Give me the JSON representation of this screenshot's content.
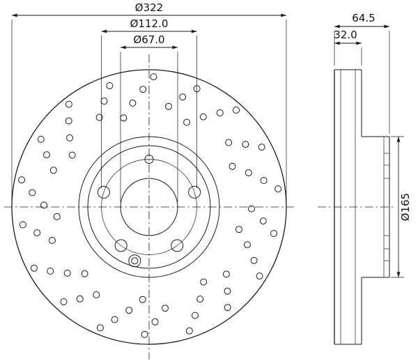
{
  "drawing": {
    "title": "brake-disc-technical-drawing",
    "front_view": {
      "outer_diameter": "Ø322",
      "bolt_circle_diameter": "Ø112.0",
      "center_bore_diameter": "Ø67.0"
    },
    "side_view": {
      "overall_width": "64.5",
      "ring_thickness": "32.0",
      "hat_diameter": "Ø165"
    },
    "colors": {
      "line": "#1a1a1a",
      "background": "#ffffff"
    }
  }
}
